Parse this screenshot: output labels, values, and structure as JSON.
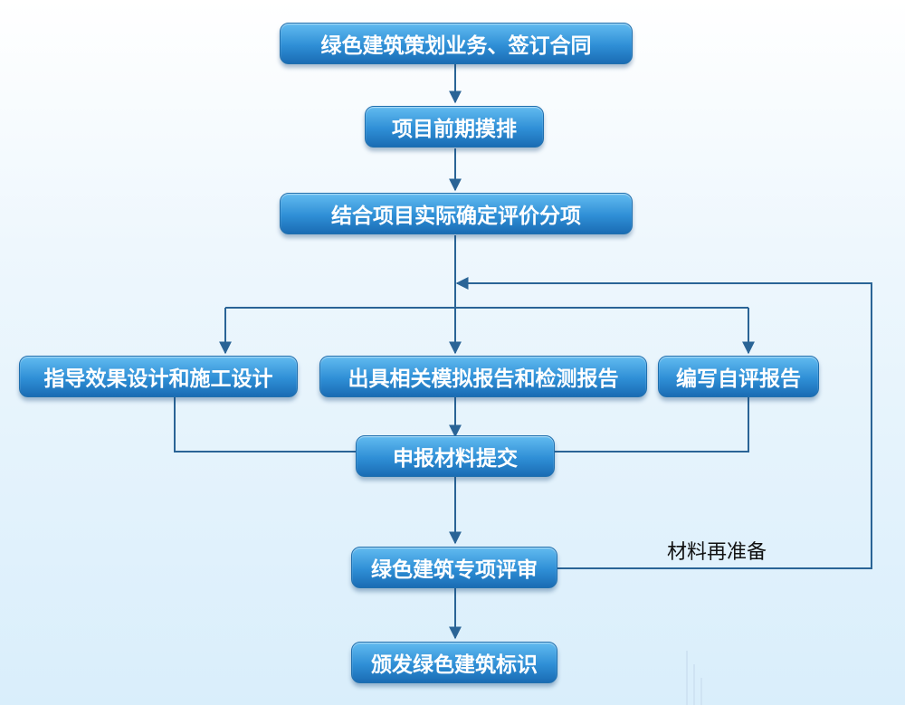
{
  "nodes": {
    "plan": "绿色建筑策划业务、签订合同",
    "survey": "项目前期摸排",
    "confirm": "结合项目实际确定评价分项",
    "guide": "指导效果设计和施工设计",
    "report": "出具相关模拟报告和检测报告",
    "self_eval": "编写自评报告",
    "submit": "申报材料提交",
    "review": "绿色建筑专项评审",
    "award": "颁发绿色建筑标识"
  },
  "labels": {
    "redo": "材料再准备"
  },
  "colors": {
    "node_top": "#62bbf0",
    "node_bottom": "#1a6cb4",
    "line": "#2a6496"
  }
}
